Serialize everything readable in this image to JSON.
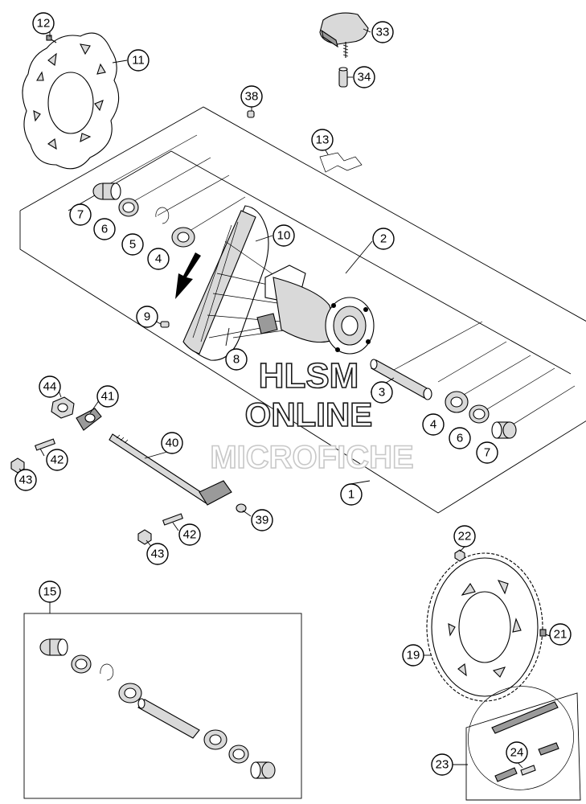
{
  "callouts": [
    {
      "id": "c12",
      "label": "12"
    },
    {
      "id": "c11",
      "label": "11"
    },
    {
      "id": "c33",
      "label": "33"
    },
    {
      "id": "c34",
      "label": "34"
    },
    {
      "id": "c38",
      "label": "38"
    },
    {
      "id": "c13",
      "label": "13"
    },
    {
      "id": "c7a",
      "label": "7"
    },
    {
      "id": "c6a",
      "label": "6"
    },
    {
      "id": "c5",
      "label": "5"
    },
    {
      "id": "c4a",
      "label": "4"
    },
    {
      "id": "c10",
      "label": "10"
    },
    {
      "id": "c2",
      "label": "2"
    },
    {
      "id": "c9",
      "label": "9"
    },
    {
      "id": "c8",
      "label": "8"
    },
    {
      "id": "c44",
      "label": "44"
    },
    {
      "id": "c41",
      "label": "41"
    },
    {
      "id": "c3",
      "label": "3"
    },
    {
      "id": "c4b",
      "label": "4"
    },
    {
      "id": "c6b",
      "label": "6"
    },
    {
      "id": "c7b",
      "label": "7"
    },
    {
      "id": "c40",
      "label": "40"
    },
    {
      "id": "c42a",
      "label": "42"
    },
    {
      "id": "c43a",
      "label": "43"
    },
    {
      "id": "c1",
      "label": "1"
    },
    {
      "id": "c39",
      "label": "39"
    },
    {
      "id": "c42b",
      "label": "42"
    },
    {
      "id": "c43b",
      "label": "43"
    },
    {
      "id": "c15",
      "label": "15"
    },
    {
      "id": "c22",
      "label": "22"
    },
    {
      "id": "c21",
      "label": "21"
    },
    {
      "id": "c19",
      "label": "19"
    },
    {
      "id": "c24",
      "label": "24"
    },
    {
      "id": "c23",
      "label": "23"
    }
  ],
  "watermark": {
    "line1": "HLSM",
    "line2": "ONLINE",
    "line3": "MICROFICHE"
  },
  "colors": {
    "line": "#000000",
    "watermark_stroke": "#1a1a1a",
    "watermark_light": "#c8c8c8"
  }
}
